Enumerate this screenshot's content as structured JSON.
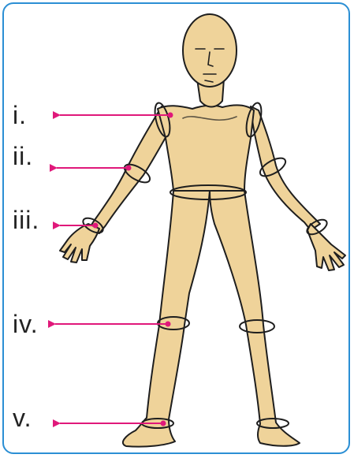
{
  "labels": [
    {
      "id": "i",
      "text": "i."
    },
    {
      "id": "ii",
      "text": "ii."
    },
    {
      "id": "iii",
      "text": "iii."
    },
    {
      "id": "iv",
      "text": "iv."
    },
    {
      "id": "v",
      "text": "v."
    }
  ],
  "colors": {
    "frame": "#2b8fd4",
    "arrow": "#e0187a",
    "skin": "#efd39a",
    "outline": "#1e1e1e"
  }
}
